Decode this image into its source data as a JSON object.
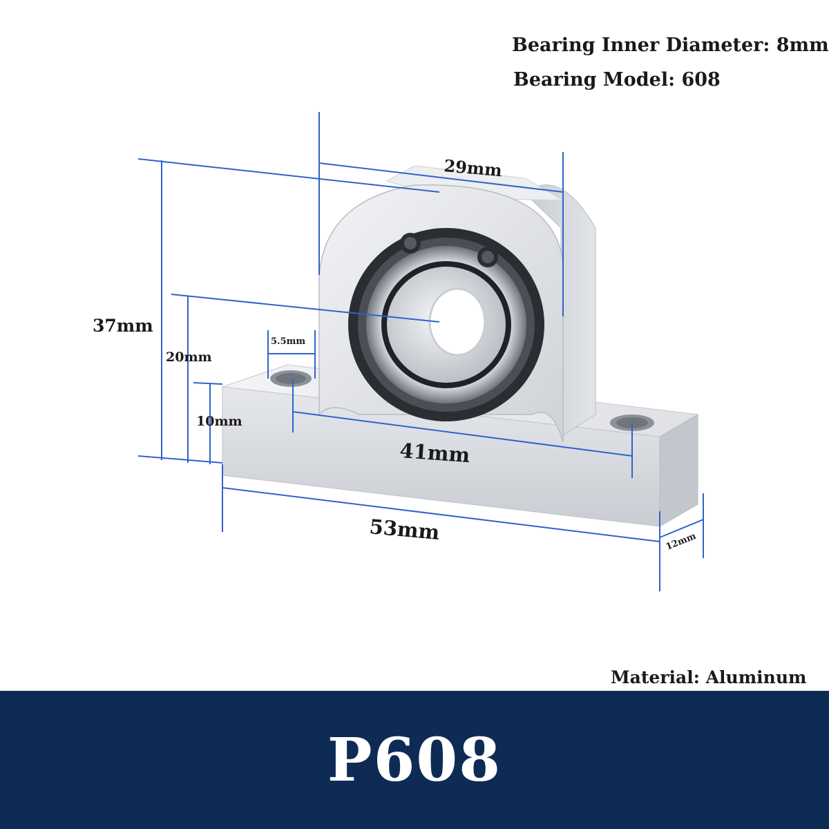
{
  "specs": {
    "inner_diameter": "Bearing Inner Diameter: 8mm",
    "model": "Bearing Model: 608",
    "material": "Material: Aluminum"
  },
  "dimensions": {
    "top_width": "29mm",
    "total_height": "37mm",
    "center_height": "20mm",
    "base_height": "10mm",
    "hole_diameter": "5.5mm",
    "hole_spacing": "41mm",
    "base_length": "53mm",
    "depth": "12mm"
  },
  "banner": {
    "title": "P608"
  },
  "colors": {
    "dimension_line": "#2f63c9",
    "banner_background": "#0e2b55",
    "banner_text": "#ffffff"
  }
}
